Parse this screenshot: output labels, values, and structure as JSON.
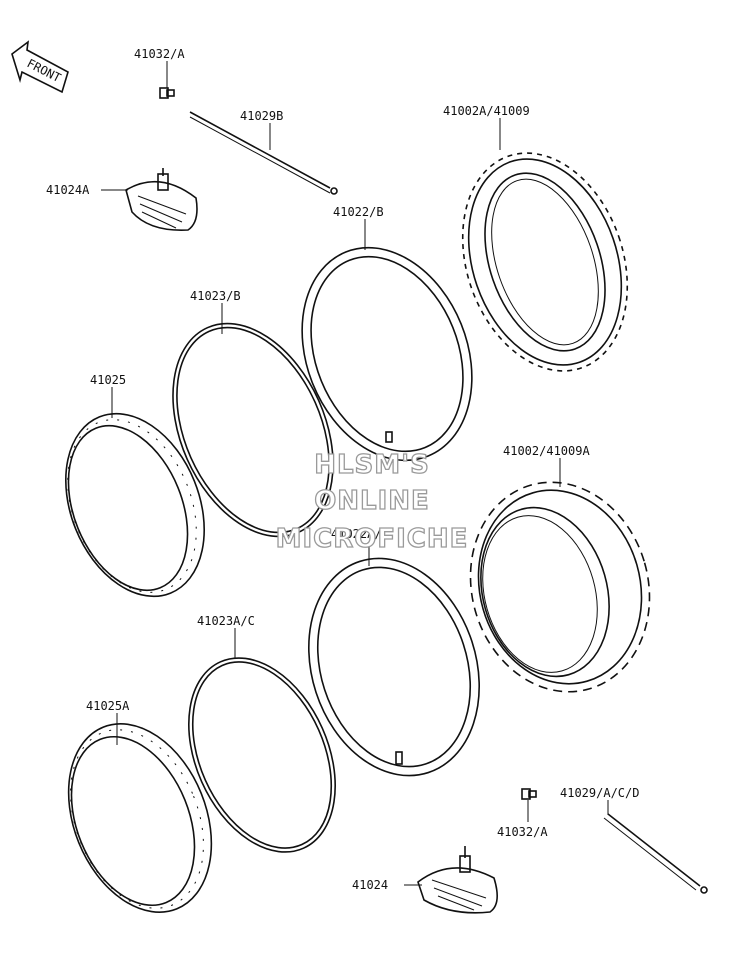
{
  "orientation": {
    "label": "FRONT"
  },
  "parts": [
    {
      "id": "p1",
      "number": "41032/A"
    },
    {
      "id": "p2",
      "number": "41029B"
    },
    {
      "id": "p3",
      "number": "41024A"
    },
    {
      "id": "p4",
      "number": "41002A/41009"
    },
    {
      "id": "p5",
      "number": "41022/B"
    },
    {
      "id": "p6",
      "number": "41023/B"
    },
    {
      "id": "p7",
      "number": "41025"
    },
    {
      "id": "p8",
      "number": "41002/41009A"
    },
    {
      "id": "p9",
      "number": "41022A/C"
    },
    {
      "id": "p10",
      "number": "41023A/C"
    },
    {
      "id": "p11",
      "number": "41025A"
    },
    {
      "id": "p12",
      "number": "41029/A/C/D"
    },
    {
      "id": "p13",
      "number": "41032/A"
    },
    {
      "id": "p14",
      "number": "41024"
    }
  ],
  "watermark": {
    "line1": "HLSM'S",
    "line2": "ONLINE",
    "line3": "MICROFICHE"
  }
}
